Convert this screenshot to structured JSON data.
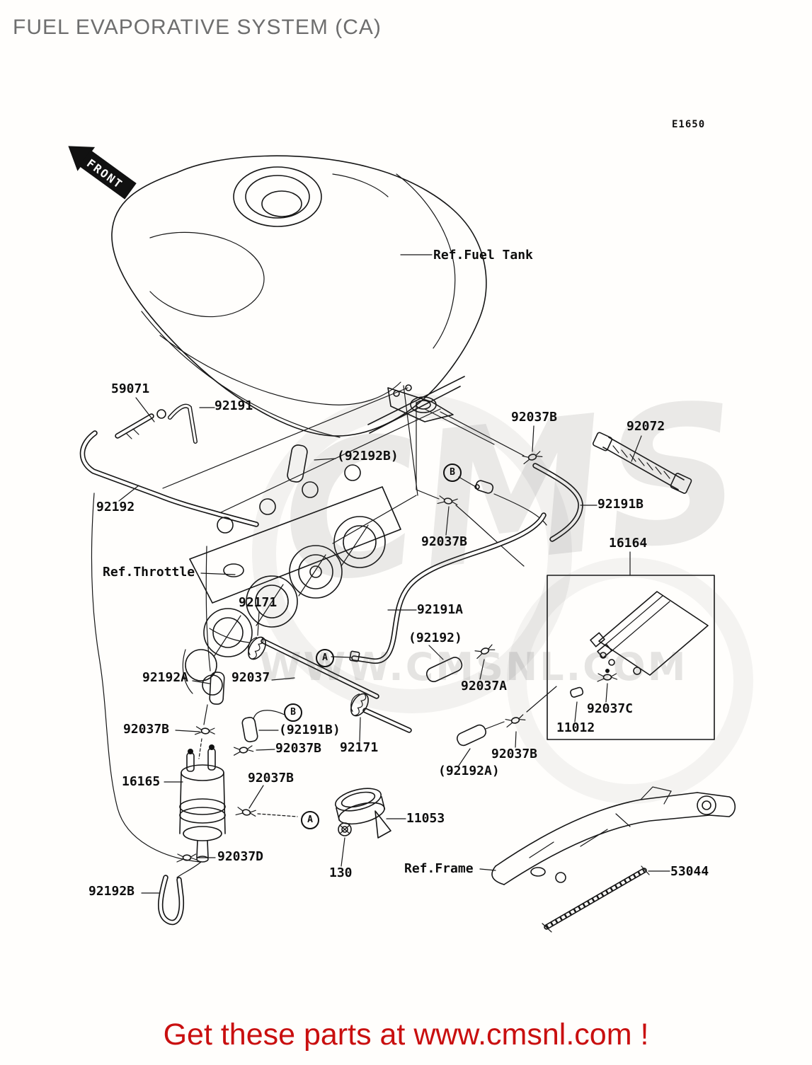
{
  "page": {
    "title": "FUEL EVAPORATIVE SYSTEM (CA)",
    "diagram_code": "E1650",
    "front_label": "FRONT",
    "footer_text": "Get these parts at www.cmsnl.com !",
    "accent_color": "#c90f0f",
    "title_color": "#6e6e6e",
    "line_color": "#161616",
    "watermark": {
      "big_text": "CMS",
      "url_text": "WWW.CMSNL.COM"
    }
  },
  "labels": [
    {
      "id": "ref-fuel-tank",
      "text": "Ref.Fuel Tank"
    },
    {
      "id": "part-59071",
      "text": "59071"
    },
    {
      "id": "part-92191",
      "text": "92191"
    },
    {
      "id": "part-92192",
      "text": "92192"
    },
    {
      "id": "part-92192b-paren",
      "text": "(92192B)"
    },
    {
      "id": "part-92037b-1",
      "text": "92037B"
    },
    {
      "id": "part-92072",
      "text": "92072"
    },
    {
      "id": "part-92191b",
      "text": "92191B"
    },
    {
      "id": "part-16164",
      "text": "16164"
    },
    {
      "id": "ref-throttle",
      "text": "Ref.Throttle"
    },
    {
      "id": "part-92171-1",
      "text": "92171"
    },
    {
      "id": "part-92037b-2",
      "text": "92037B"
    },
    {
      "id": "part-92191a",
      "text": "92191A"
    },
    {
      "id": "part-92192-paren",
      "text": "(92192)"
    },
    {
      "id": "part-92192a",
      "text": "92192A"
    },
    {
      "id": "part-92037",
      "text": "92037"
    },
    {
      "id": "part-92037a",
      "text": "92037A"
    },
    {
      "id": "part-92037c",
      "text": "92037C"
    },
    {
      "id": "part-11012",
      "text": "11012"
    },
    {
      "id": "part-92037b-3",
      "text": "92037B"
    },
    {
      "id": "part-92191b-paren",
      "text": "(92191B)"
    },
    {
      "id": "part-92037b-4",
      "text": "92037B"
    },
    {
      "id": "part-92171-2",
      "text": "92171"
    },
    {
      "id": "part-16165",
      "text": "16165"
    },
    {
      "id": "part-92037b-5",
      "text": "92037B"
    },
    {
      "id": "part-92192a-paren",
      "text": "(92192A)"
    },
    {
      "id": "part-92037b-6",
      "text": "92037B"
    },
    {
      "id": "part-92037d",
      "text": "92037D"
    },
    {
      "id": "part-11053",
      "text": "11053"
    },
    {
      "id": "part-130",
      "text": "130"
    },
    {
      "id": "ref-frame",
      "text": "Ref.Frame"
    },
    {
      "id": "part-53044",
      "text": "53044"
    },
    {
      "id": "part-92192b",
      "text": "92192B"
    }
  ],
  "callouts": [
    {
      "letter": "B"
    },
    {
      "letter": "A"
    },
    {
      "letter": "B"
    },
    {
      "letter": "A"
    }
  ]
}
